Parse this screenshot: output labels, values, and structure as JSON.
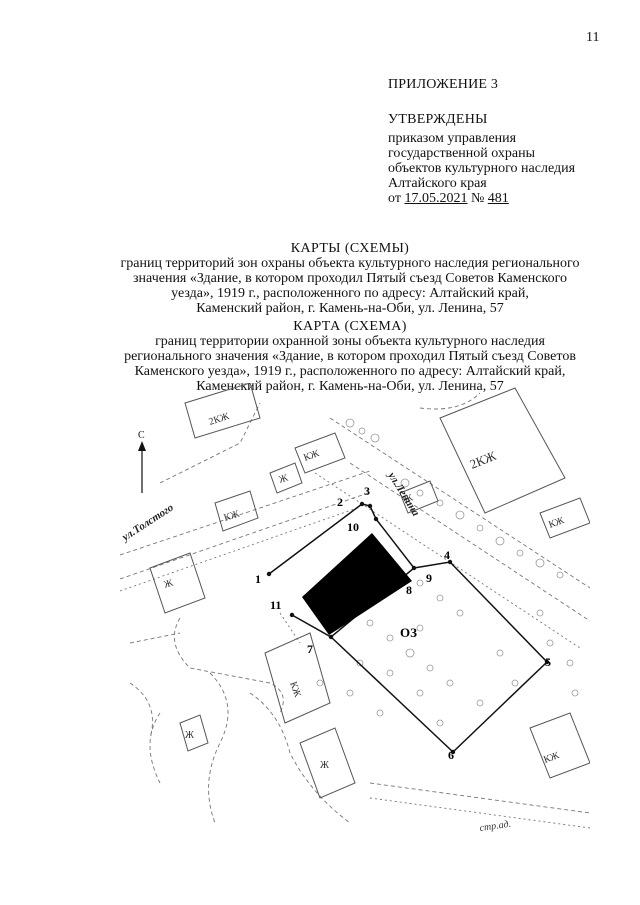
{
  "page_number": "11",
  "appendix": "ПРИЛОЖЕНИЕ 3",
  "approval": {
    "header": "УТВЕРЖДЕНЫ",
    "lines": [
      "приказом управления",
      "государственной охраны",
      "объектов культурного наследия",
      "Алтайского края"
    ],
    "date_prefix": "от",
    "date": "17.05.2021",
    "number_sign": "№",
    "number": "481"
  },
  "maps_heading": {
    "title": "КАРТЫ (СХЕМЫ)",
    "lines": [
      "границ территорий зон охраны объекта культурного наследия регионального",
      "значения «Здание, в котором проходил Пятый съезд Советов Каменского",
      "уезда», 1919 г., расположенного по адресу: Алтайский край,",
      "Каменский район, г. Камень-на-Оби, ул. Ленина, 57"
    ]
  },
  "map_heading": {
    "title": "КАРТА (СХЕМА)",
    "lines": [
      "границ территории охранной зоны объекта культурного наследия",
      "регионального значения «Здание, в котором проходил Пятый съезд Советов",
      "Каменского уезда», 1919 г., расположенного по адресу: Алтайский край,",
      "Каменский район, г. Камень-на-Оби, ул. Ленина, 57"
    ]
  },
  "map": {
    "north_label": "С",
    "street_tolstogo": "ул.Толстого",
    "street_lenina": "ул.Ленина",
    "zone_label": "ОЗ",
    "building_labels": [
      "2КЖ",
      "2КЖ",
      "КЖ",
      "Ж",
      "КЖ",
      "Ж",
      "КЖ",
      "Ж",
      "Ж",
      "КЖ",
      "Ж",
      "КЖ"
    ],
    "points": [
      "1",
      "2",
      "3",
      "4",
      "5",
      "6",
      "7",
      "8",
      "9",
      "10",
      "11"
    ],
    "bottom_label": "стр.ад."
  }
}
